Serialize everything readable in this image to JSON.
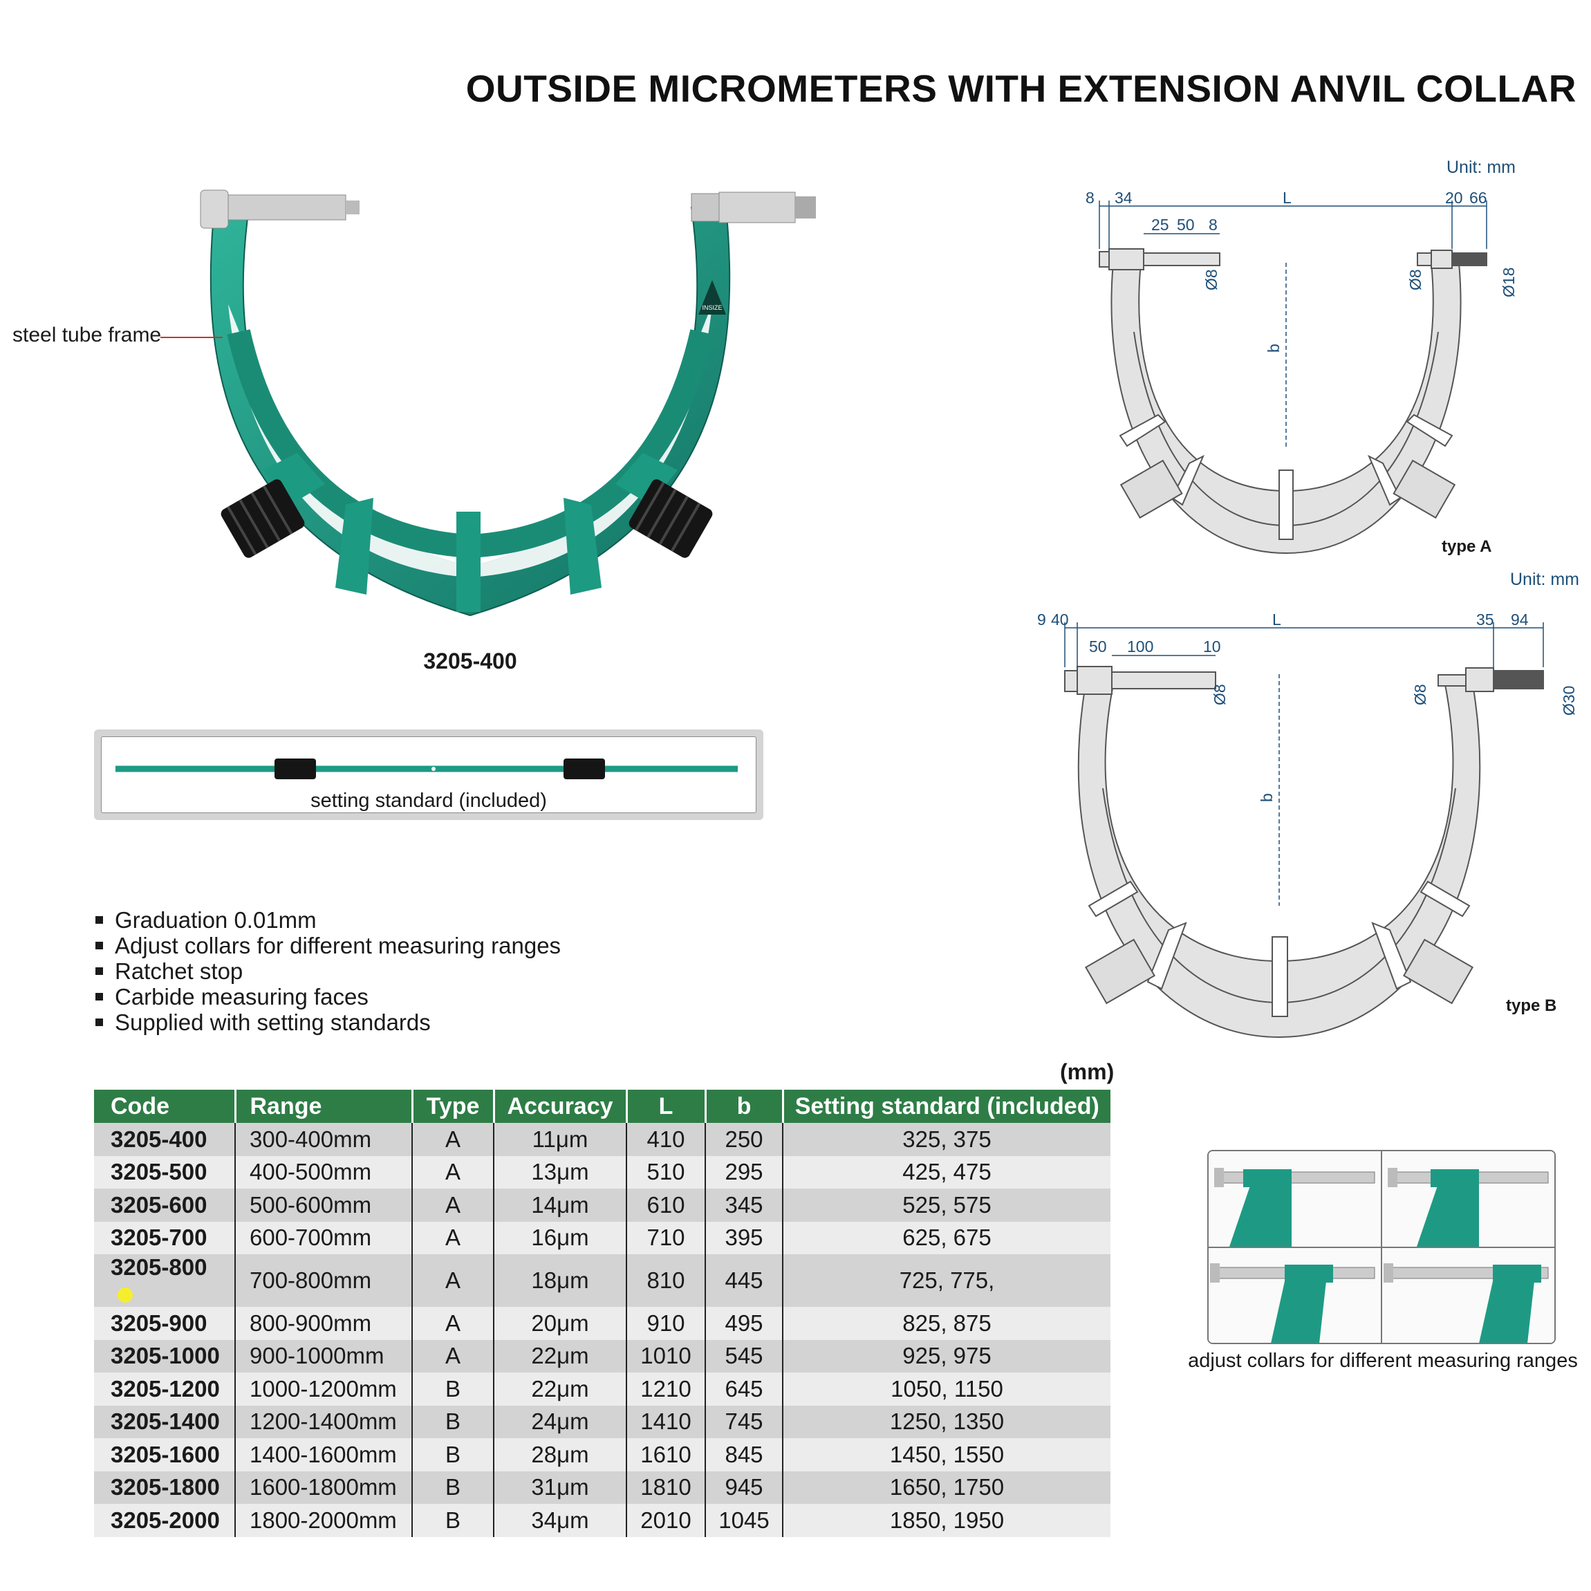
{
  "title": "OUTSIDE MICROMETERS WITH EXTENSION ANVIL COLLAR",
  "labels": {
    "steel_tube_frame": "steel tube frame",
    "model_caption": "3205-400",
    "setting_standard_caption": "setting standard (included)",
    "unit_a": "Unit: mm",
    "unit_b": "Unit: mm",
    "type_a": "type A",
    "type_b": "type B",
    "table_unit": "(mm)",
    "collars_caption": "adjust collars for different measuring ranges",
    "brand_mark": "INSIZE"
  },
  "features": [
    "Graduation 0.01mm",
    "Adjust collars for different measuring ranges",
    "Ratchet stop",
    "Carbide measuring faces",
    "Supplied with setting standards"
  ],
  "drawing_a": {
    "dims": [
      "8",
      "34",
      "L",
      "20",
      "66",
      "25",
      "50",
      "8",
      "Ø8",
      "Ø8",
      "Ø18",
      "b"
    ]
  },
  "drawing_b": {
    "dims": [
      "9",
      "40",
      "L",
      "35",
      "94",
      "50",
      "100",
      "10",
      "Ø8",
      "Ø8",
      "Ø30",
      "b"
    ]
  },
  "table": {
    "headers": [
      "Code",
      "Range",
      "Type",
      "Accuracy",
      "L",
      "b",
      "Setting standard (included)"
    ],
    "rows": [
      [
        "3205-400",
        "300-400mm",
        "A",
        "11μm",
        "410",
        "250",
        "325, 375"
      ],
      [
        "3205-500",
        "400-500mm",
        "A",
        "13μm",
        "510",
        "295",
        "425, 475"
      ],
      [
        "3205-600",
        "500-600mm",
        "A",
        "14μm",
        "610",
        "345",
        "525, 575"
      ],
      [
        "3205-700",
        "600-700mm",
        "A",
        "16μm",
        "710",
        "395",
        "625, 675"
      ],
      [
        "3205-800",
        "700-800mm",
        "A",
        "18μm",
        "810",
        "445",
        "725, 775,"
      ],
      [
        "3205-900",
        "800-900mm",
        "A",
        "20μm",
        "910",
        "495",
        "825, 875"
      ],
      [
        "3205-1000",
        "900-1000mm",
        "A",
        "22μm",
        "1010",
        "545",
        "925, 975"
      ],
      [
        "3205-1200",
        "1000-1200mm",
        "B",
        "22μm",
        "1210",
        "645",
        "1050, 1150"
      ],
      [
        "3205-1400",
        "1200-1400mm",
        "B",
        "24μm",
        "1410",
        "745",
        "1250, 1350"
      ],
      [
        "3205-1600",
        "1400-1600mm",
        "B",
        "28μm",
        "1610",
        "845",
        "1450, 1550"
      ],
      [
        "3205-1800",
        "1600-1800mm",
        "B",
        "31μm",
        "1810",
        "945",
        "1650, 1750"
      ],
      [
        "3205-2000",
        "1800-2000mm",
        "B",
        "34μm",
        "2010",
        "1045",
        "1850, 1950"
      ]
    ],
    "highlighted_row": 4
  },
  "colors": {
    "frame_green": "#1e9a84",
    "frame_green_dark": "#14705f",
    "header_green": "#2e7d46",
    "row_dark": "#d3d3d3",
    "row_light": "#ececec",
    "dimension_blue": "#1e4f78",
    "highlight_dot": "#f5ee2e"
  }
}
